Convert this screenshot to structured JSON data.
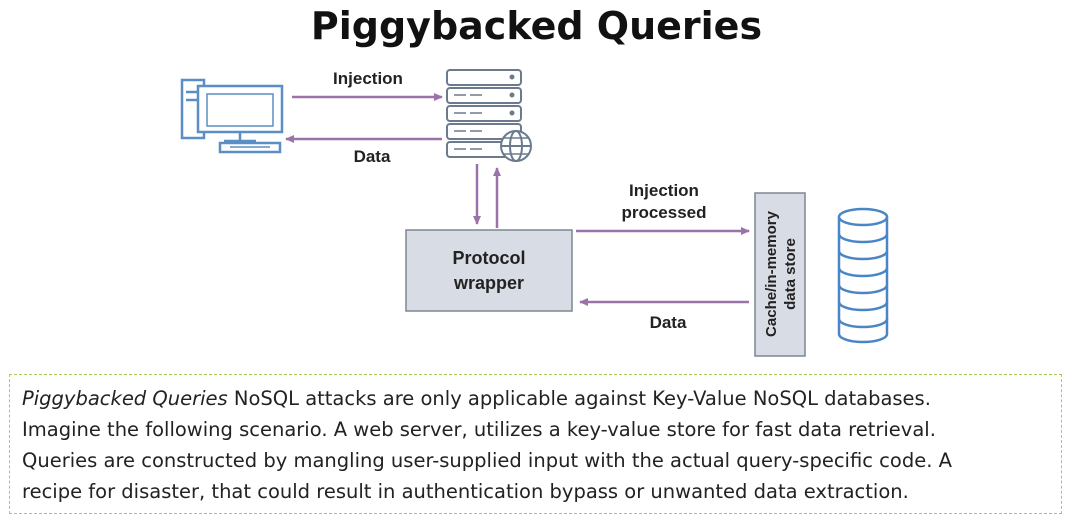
{
  "title": "Piggybacked Queries",
  "diagram": {
    "arrow_injection": "Injection",
    "arrow_data_top": "Data",
    "protocol_wrapper": [
      "Protocol",
      "wrapper"
    ],
    "arrow_injection_processed": [
      "Injection",
      "processed"
    ],
    "arrow_data_bottom": "Data",
    "cache_store": [
      "Cache/in-memory",
      "data store"
    ],
    "colors": {
      "arrow": "#9b73a8",
      "box_fill": "#d8dce4",
      "box_stroke": "#7d8694",
      "device_stroke": "#5a8ec4"
    },
    "icons": [
      "computer-icon",
      "web-server-icon",
      "globe-icon",
      "database-icon"
    ]
  },
  "description": {
    "italic_lead": "Piggybacked Queries",
    "lines": [
      " NoSQL attacks are only applicable against Key-Value NoSQL databases.",
      "Imagine the following scenario. A web server, utilizes a key-value store for fast data retrieval.",
      "Queries are constructed by mangling user-supplied input with the actual query-specific code. A",
      "recipe for disaster, that could result in authentication bypass or unwanted data extraction."
    ]
  }
}
